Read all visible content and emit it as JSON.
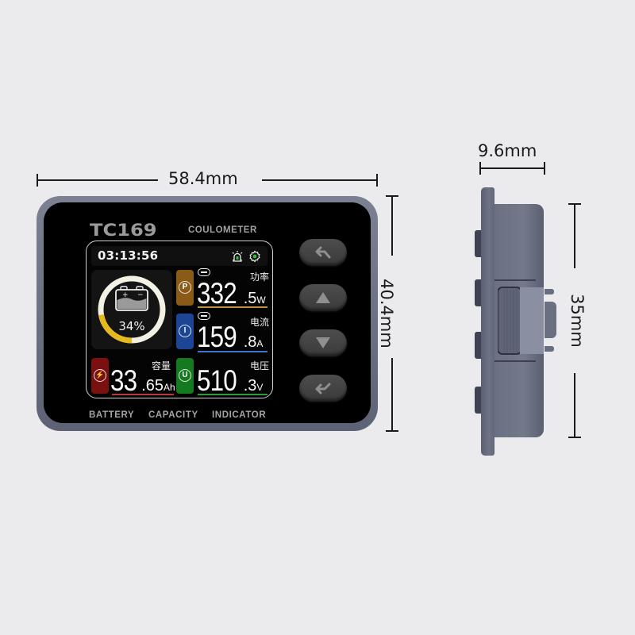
{
  "dimensions": {
    "width_label": "58.4mm",
    "height_label": "40.4mm",
    "depth_label": "9.6mm",
    "side_height_label": "35mm"
  },
  "device": {
    "model": "TC169",
    "type_label": "COULOMETER",
    "footer": [
      "BATTERY",
      "CAPACITY",
      "INDICATOR"
    ],
    "body_color": "#6c7184"
  },
  "screen": {
    "clock": "03:13:56",
    "status_icons": [
      "alarm-icon",
      "gear-icon"
    ],
    "battery": {
      "percent_label": "34%",
      "percent": 34,
      "ring_color": "#f3f0e4",
      "fill_color": "#e6b91d"
    },
    "readings": {
      "power": {
        "badge": "P",
        "label": "功率",
        "integer": "332",
        "decimal": ".5",
        "unit": "W",
        "negative": true,
        "color": "#8a5a17"
      },
      "current": {
        "badge": "I",
        "label": "电流",
        "integer": "159",
        "decimal": ".8",
        "unit": "A",
        "negative": true,
        "color": "#1d4596"
      },
      "capacity": {
        "badge": "⚡",
        "label": "容量",
        "integer": "33",
        "decimal": ".65",
        "unit": "Ah",
        "color": "#7a1010"
      },
      "voltage": {
        "badge": "U",
        "label": "电压",
        "integer": "510",
        "decimal": ".3",
        "unit": "V",
        "color": "#157a1f"
      }
    }
  },
  "buttons": [
    {
      "name": "back",
      "icon": "back-arrow-icon"
    },
    {
      "name": "up",
      "icon": "triangle-up-icon"
    },
    {
      "name": "down",
      "icon": "triangle-down-icon"
    },
    {
      "name": "enter",
      "icon": "enter-arrow-icon"
    }
  ]
}
